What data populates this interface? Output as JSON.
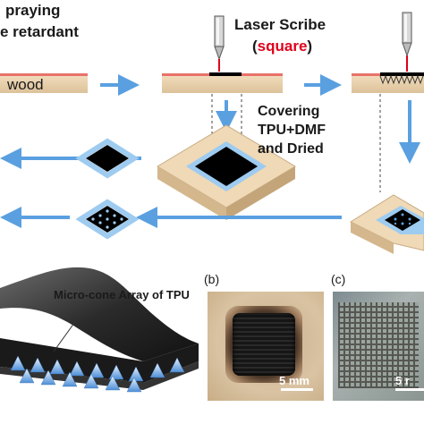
{
  "step1": {
    "line1": "praying",
    "line2": "e retardant",
    "substrate": "wood"
  },
  "step2": {
    "title": "Laser Scribe",
    "shape_open": "(",
    "shape": "square",
    "shape_close": ")"
  },
  "step3": {
    "line1": "Covering",
    "line2": "TPU+DMF",
    "line3": "and Dried"
  },
  "bottom": {
    "array_label": "Micro-cone Array of TPU",
    "panel_b": "(b)",
    "panel_c": "(c)",
    "scale_b": "5 mm",
    "scale_c": "5 r"
  },
  "colors": {
    "wood": "#ead2b0",
    "retardant": "#e8726a",
    "arrow": "#5aa0e0",
    "tpu_frame": "#9ecbf0",
    "accent_red": "#e0001b"
  }
}
